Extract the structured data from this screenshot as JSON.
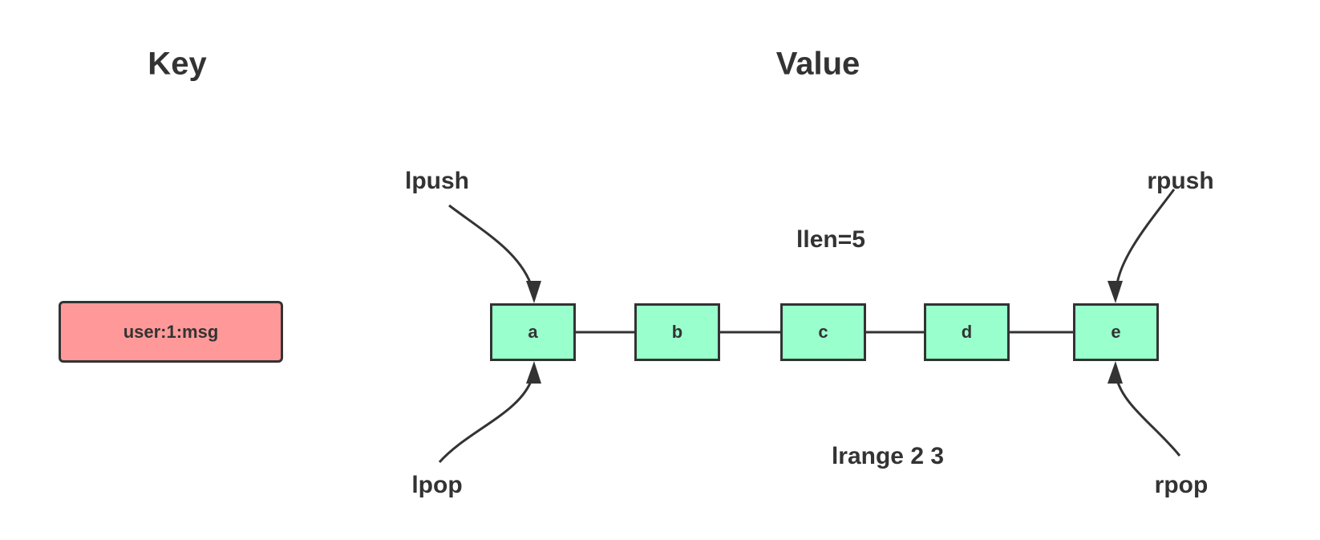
{
  "headings": {
    "key": "Key",
    "value": "Value"
  },
  "key_box": {
    "label": "user:1:msg",
    "fill_color": "#ff9999"
  },
  "list": {
    "node_color": "#99ffcc",
    "nodes": [
      "a",
      "b",
      "c",
      "d",
      "e"
    ]
  },
  "operations": {
    "lpush": "lpush",
    "lpop": "lpop",
    "rpush": "rpush",
    "rpop": "rpop",
    "llen": "llen=5",
    "lrange": "lrange 2 3"
  }
}
